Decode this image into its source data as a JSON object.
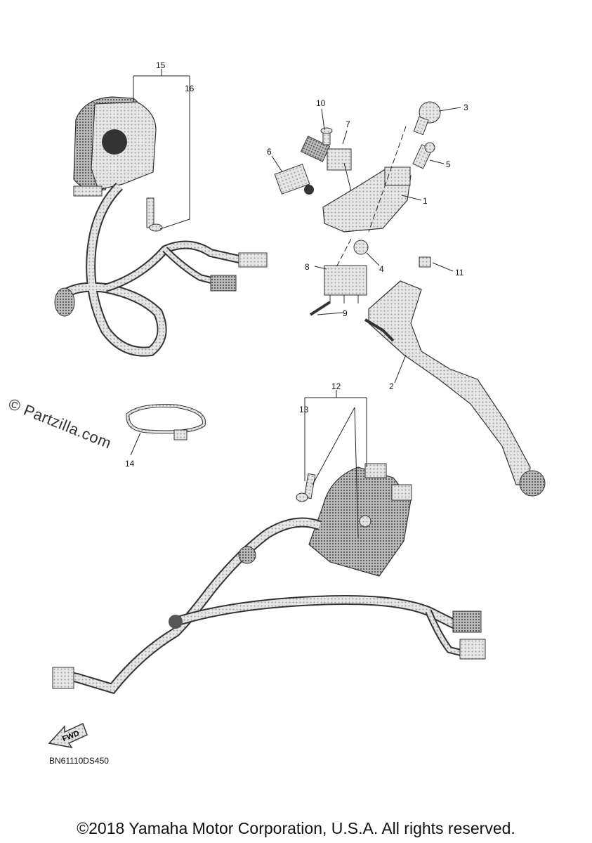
{
  "watermark": "© Partzilla.com",
  "diagram_code": "BN61110DS450",
  "copyright": "©2018 Yamaha Motor Corporation, U.S.A. All rights reserved.",
  "fwd_label": "FWD",
  "callouts": [
    "1",
    "2",
    "3",
    "4",
    "5",
    "6",
    "7",
    "8",
    "9",
    "10",
    "11",
    "12",
    "13",
    "14",
    "15",
    "16"
  ]
}
